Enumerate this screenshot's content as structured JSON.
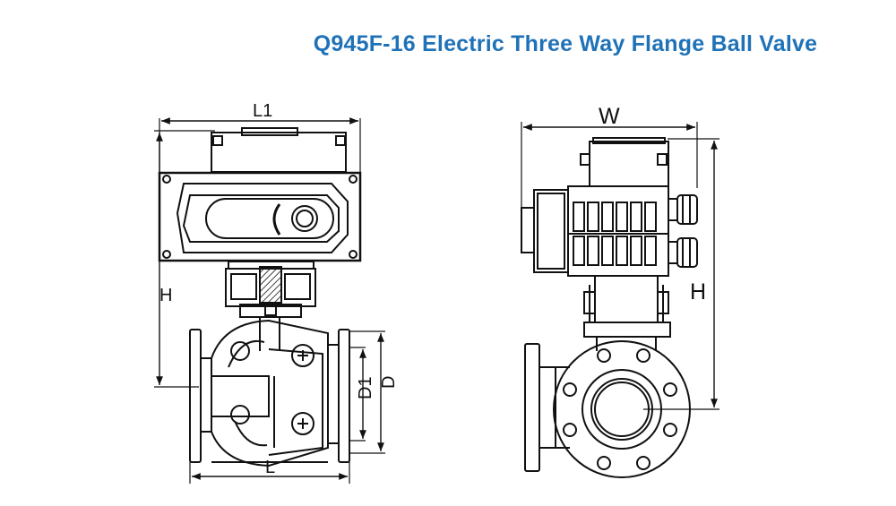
{
  "title": "Q945F-16 Electric Three Way Flange Ball Valve",
  "front_view": {
    "dim_width": "L1",
    "dim_height": "H",
    "dim_length": "L",
    "dim_flange_inner": "D1",
    "dim_flange_outer": "D"
  },
  "side_view": {
    "dim_width": "W",
    "dim_height": "H"
  },
  "colors": {
    "title": "#1f72b8",
    "line": "#111111"
  }
}
